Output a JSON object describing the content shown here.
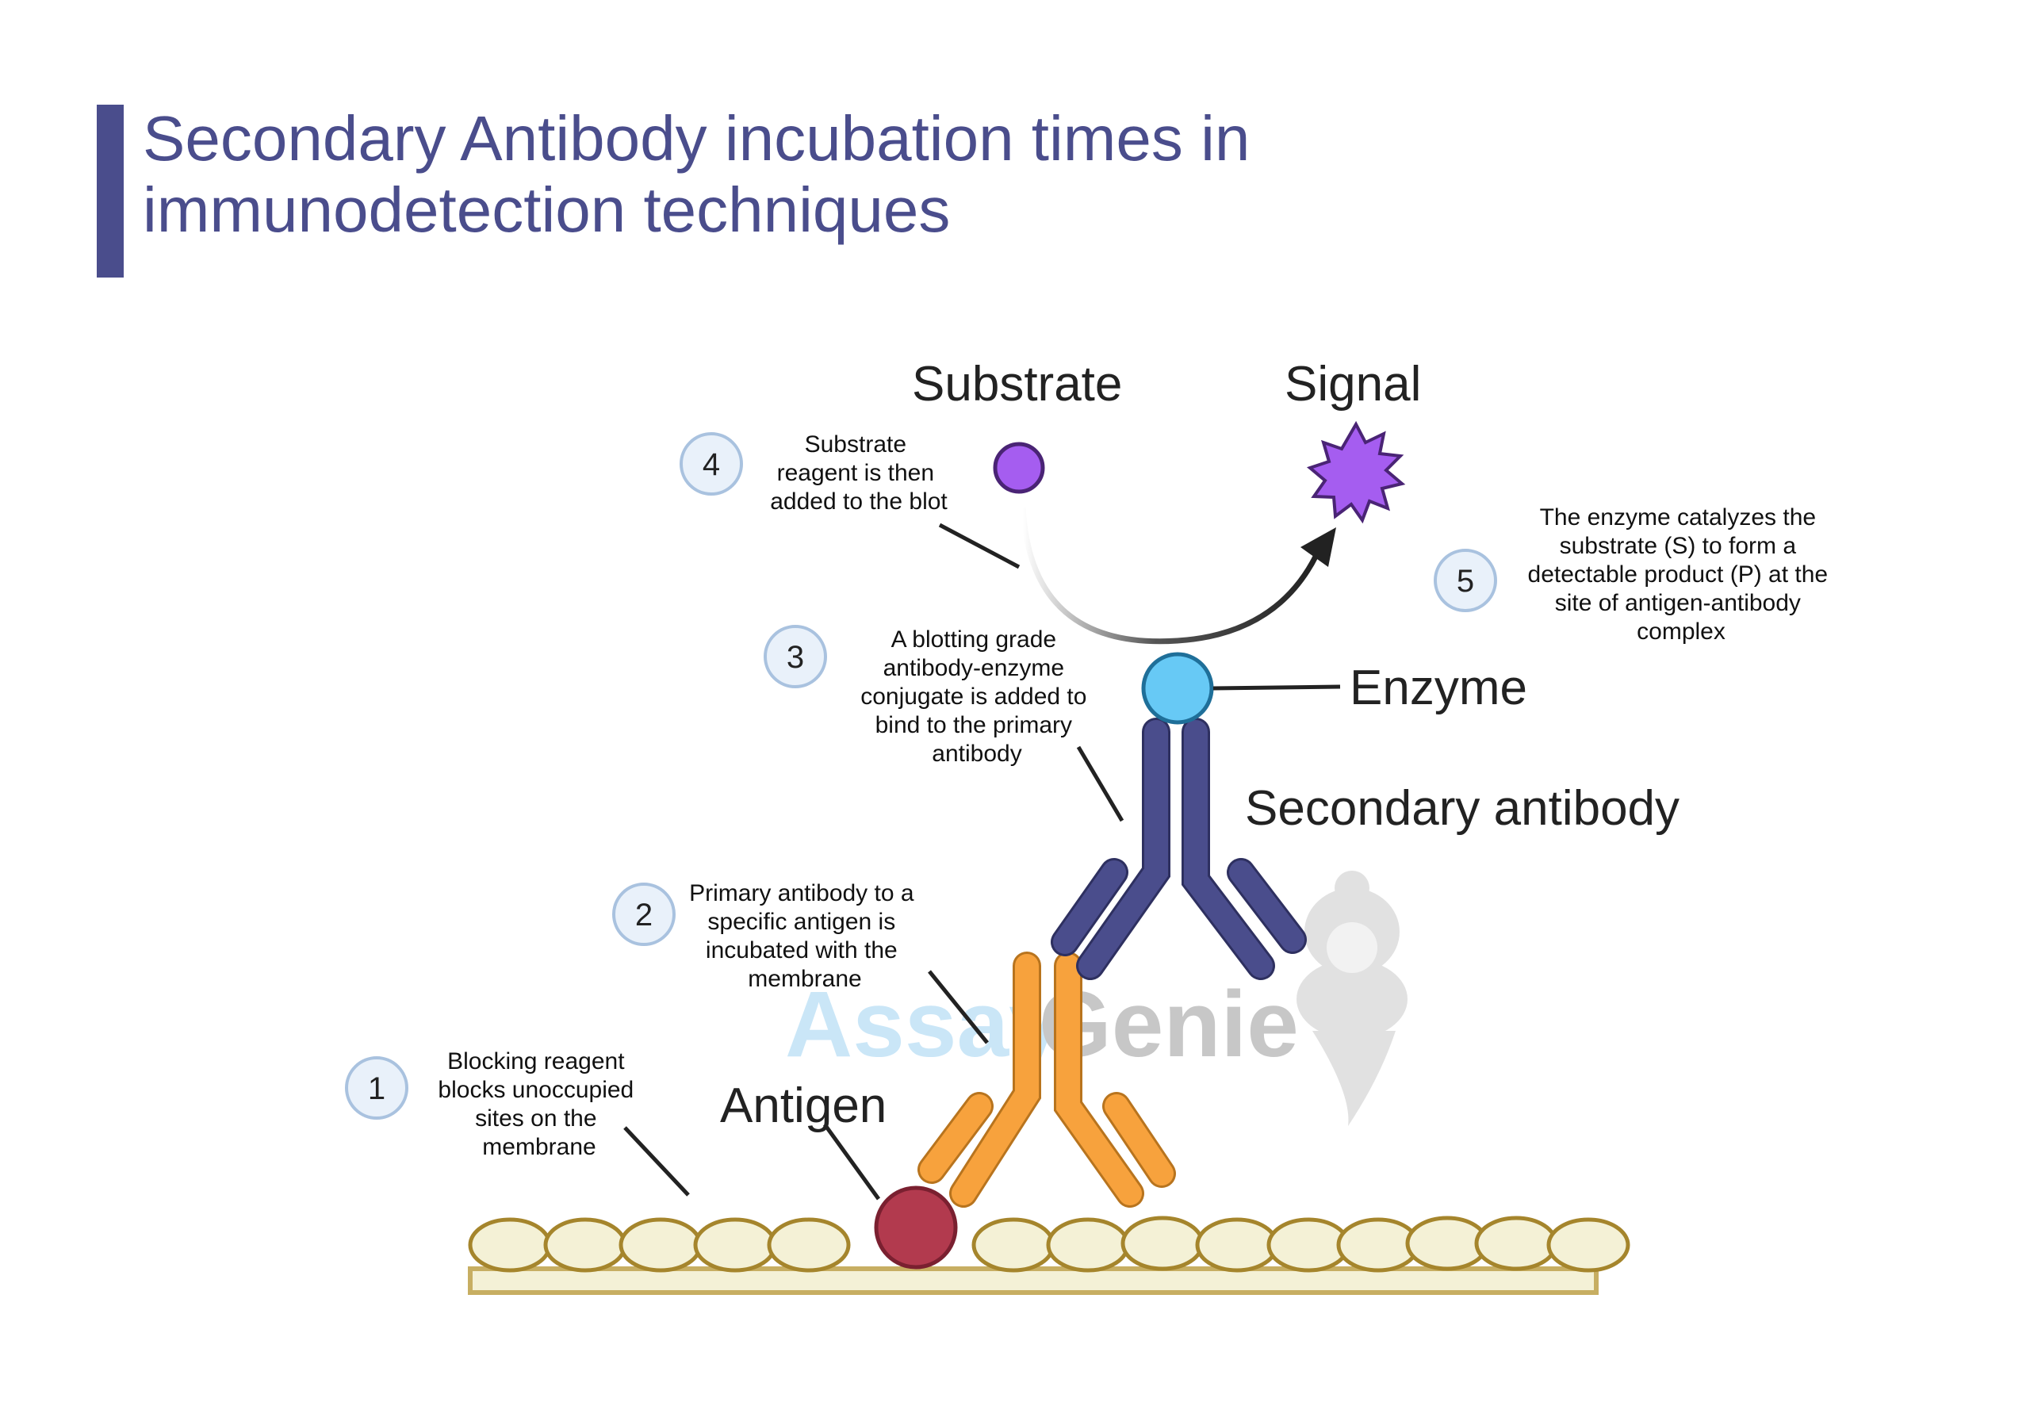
{
  "title": "Secondary Antibody incubation times in immunodetection techniques",
  "title_line1": "Secondary Antibody incubation times in",
  "title_line2": "immunodetection techniques",
  "labels": {
    "substrate": "Substrate",
    "signal": "Signal",
    "enzyme": "Enzyme",
    "secondary_antibody": "Secondary antibody",
    "antigen": "Antigen"
  },
  "steps": [
    {
      "number": "1",
      "lines": [
        "Blocking reagent",
        "blocks unoccupied",
        "sites on the",
        "membrane"
      ]
    },
    {
      "number": "2",
      "lines": [
        "Primary antibody to a",
        "specific antigen is",
        "incubated with the",
        "membrane"
      ]
    },
    {
      "number": "3",
      "lines": [
        "A blotting grade",
        "antibody-enzyme",
        "conjugate is added to",
        "bind to the primary",
        "antibody"
      ]
    },
    {
      "number": "4",
      "lines": [
        "Substrate",
        "reagent is then",
        "added to the blot"
      ]
    },
    {
      "number": "5",
      "lines": [
        "The enzyme catalyzes the",
        "substrate (S) to form a",
        "detectable product (P) at the",
        "site of antigen-antibody",
        "complex"
      ]
    }
  ],
  "watermark": {
    "part1": "Assay",
    "part2": "Genie"
  },
  "colors": {
    "title": "#4a4d8c",
    "secondary_antibody": "#4a4d8c",
    "primary_antibody": "#f7a23d",
    "antigen": "#b23a4e",
    "enzyme": "#67c9f5",
    "substrate": "#a55df0",
    "signal": "#a55df0",
    "membrane_cell": "#f4f1d6",
    "membrane_outline": "#a5852c",
    "step_circle": "#e9f1fa",
    "step_circle_outline": "#a9c2df"
  }
}
